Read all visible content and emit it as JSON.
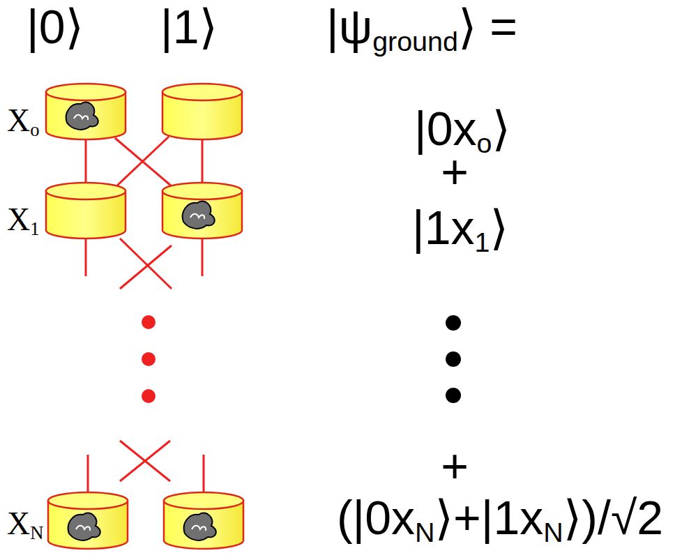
{
  "diagram": {
    "labels": [
      "|0⟩",
      "|1⟩",
      "|ψ",
      "ground",
      "⟩ =",
      "X",
      "o",
      "|0x",
      "o",
      "⟩",
      "+",
      "X",
      "1",
      "|1x",
      "1",
      "⟩",
      "+",
      "X",
      "N",
      "(|0x",
      "N",
      "⟩+|1x",
      "N",
      "⟩)/√2"
    ]
  }
}
